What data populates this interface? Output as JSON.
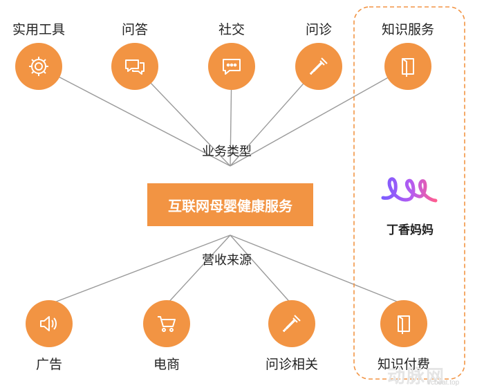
{
  "colors": {
    "accent": "#F29443",
    "wire": "#9a9a9a",
    "highlight_border": "#F29443"
  },
  "center": {
    "label": "互联网母婴健康服务"
  },
  "labels": {
    "business_types": "业务类型",
    "revenue_sources": "营收来源"
  },
  "business_types": [
    {
      "label": "实用工具",
      "icon": "gear-icon"
    },
    {
      "label": "问答",
      "icon": "chat-bubbles-icon"
    },
    {
      "label": "社交",
      "icon": "message-dots-icon"
    },
    {
      "label": "问诊",
      "icon": "dropper-icon"
    },
    {
      "label": "知识服务",
      "icon": "book-icon"
    }
  ],
  "revenue_sources": [
    {
      "label": "广告",
      "icon": "speaker-icon"
    },
    {
      "label": "电商",
      "icon": "cart-icon"
    },
    {
      "label": "问诊相关",
      "icon": "dropper-icon"
    },
    {
      "label": "知识付费",
      "icon": "book-icon"
    }
  ],
  "brand": {
    "name": "丁香妈妈",
    "logo": "dxy-mama-logo"
  },
  "watermark": {
    "text": "动脉网",
    "sub": "vcbeat.top"
  }
}
